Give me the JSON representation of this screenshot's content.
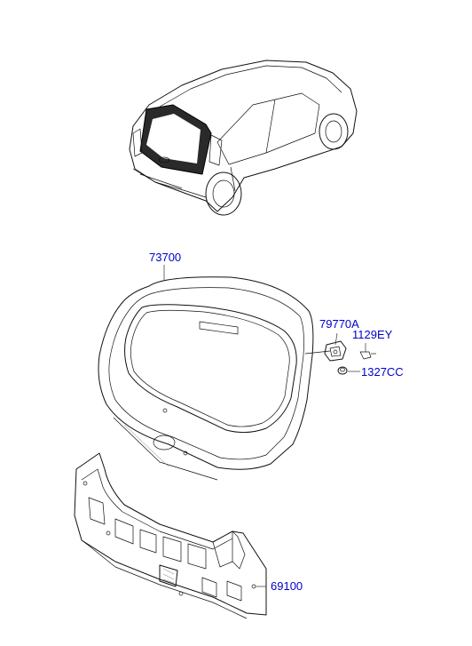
{
  "colors": {
    "background": "#ffffff",
    "line_art": "#111111",
    "callout_text": "#0000cc"
  },
  "callouts": {
    "tailgate_panel": "73700",
    "tailgate_stay": "79770A",
    "bolt": "1129EY",
    "rubber_bumper": "1327CC",
    "rear_panel": "69100"
  }
}
